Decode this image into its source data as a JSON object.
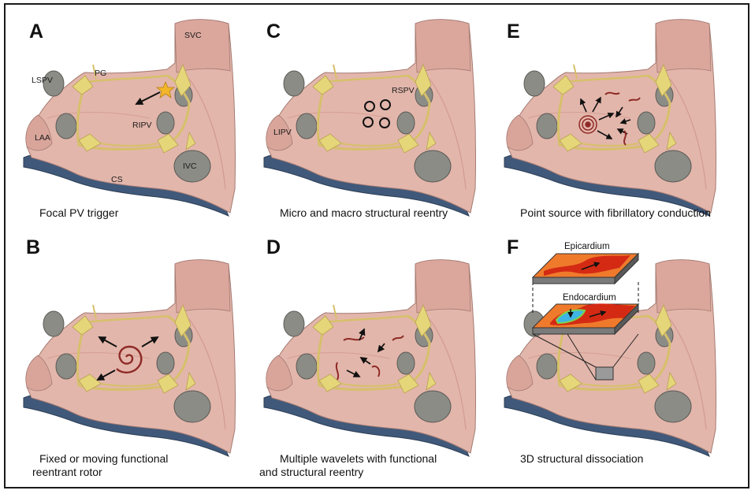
{
  "panels": [
    {
      "letter": "A",
      "caption": [
        "Focal PV trigger"
      ]
    },
    {
      "letter": "B",
      "caption": [
        "Fixed or moving functional",
        "reentrant rotor"
      ]
    },
    {
      "letter": "C",
      "caption": [
        "Micro and macro structural  reentry"
      ]
    },
    {
      "letter": "D",
      "caption": [
        "Multiple wavelets with functional",
        "and structural reentry"
      ]
    },
    {
      "letter": "E",
      "caption": [
        "Point source with fibrillatory conduction"
      ]
    },
    {
      "letter": "F",
      "caption": [
        "3D structural dissociation"
      ]
    }
  ],
  "anatomy_labels": {
    "svc": "SVC",
    "lspv": "LSPV",
    "pg": "PG",
    "ripv": "RIPV",
    "laa": "LAA",
    "ivc": "IVC",
    "cs": "CS",
    "rspv": "RSPV",
    "lipv": "LIPV"
  },
  "layer_labels": {
    "epicardium": "Epicardium",
    "endocardium": "Endocardium"
  },
  "colors": {
    "atrium": "#e3b6ab",
    "atrium_dark": "#c98f86",
    "svc": "#dba79c",
    "coronary_sinus": "#40597a",
    "ganglia": "#e6d67a",
    "vein_hole": "#8c8c86",
    "rotor": "#8e2a26",
    "star": "#f3b62b",
    "tissue_orange": "#ef7a2c",
    "tissue_red": "#d42a14",
    "slab_side": "#7a7a7a"
  }
}
